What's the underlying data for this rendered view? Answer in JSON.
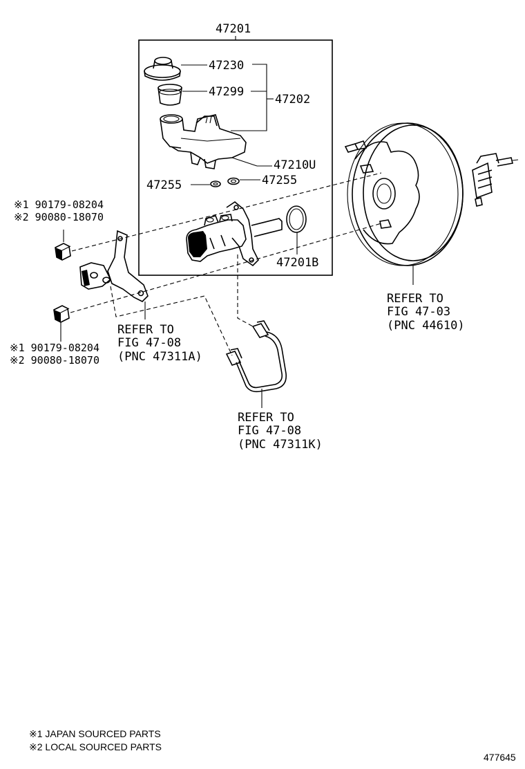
{
  "labels": {
    "assembly": "47201",
    "reservoir_cap": "47230",
    "strainer": "47299",
    "reservoir_set": "47202",
    "grommet": "47210U",
    "nut_left": "47255",
    "nut_right": "47255",
    "gasket": "47201B"
  },
  "fasteners": {
    "upper_line1": "※1 90179-08204",
    "upper_line2": "※2 90080-18070",
    "lower_line1": "※1 90179-08204",
    "lower_line2": "※2 90080-18070"
  },
  "references": {
    "booster": [
      "REFER TO",
      "FIG 47-03",
      "(PNC 44610)"
    ],
    "bracket": [
      "REFER TO",
      "FIG 47-08",
      "(PNC 47311A)"
    ],
    "tube": [
      "REFER TO",
      "FIG 47-08",
      "(PNC 47311K)"
    ]
  },
  "notes": {
    "note1": "※1 JAPAN SOURCED PARTS",
    "note2": "※2 LOCAL SOURCED PARTS"
  },
  "figure_number": "477645",
  "icons": [
    "brake-master-cylinder-icon",
    "brake-booster-icon",
    "reservoir-tank-icon",
    "reservoir-cap-icon",
    "strainer-icon",
    "gasket-ring-icon",
    "nut-icon",
    "bracket-icon",
    "brake-tube-icon"
  ]
}
